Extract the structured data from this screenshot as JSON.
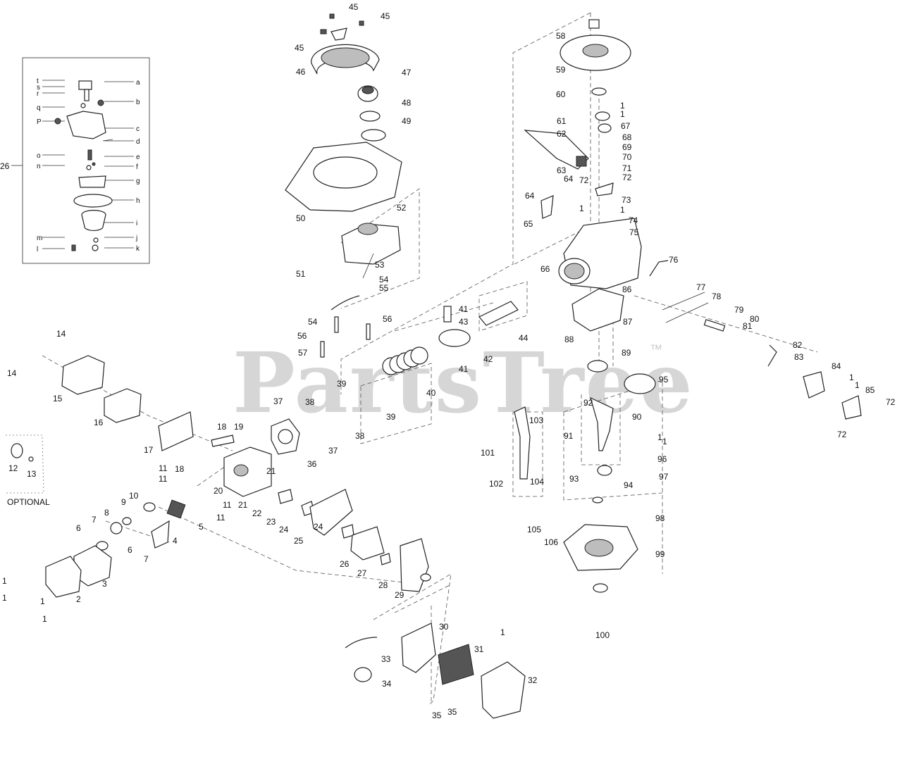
{
  "watermark": {
    "text": "PartsTree",
    "mark": "™"
  },
  "inset": {
    "ref_label": "26",
    "letters": [
      "t",
      "s",
      "r",
      "a",
      "b",
      "q",
      "P",
      "c",
      "d",
      "o",
      "e",
      "n",
      "f",
      "g",
      "h",
      "i",
      "m",
      "j",
      "l",
      "k"
    ]
  },
  "optional_box": {
    "label": "OPTIONAL",
    "parts": [
      "12",
      "13"
    ]
  },
  "callouts": [
    "45",
    "45",
    "45",
    "46",
    "47",
    "48",
    "49",
    "50",
    "51",
    "52",
    "53",
    "54",
    "55",
    "54",
    "56",
    "56",
    "57",
    "58",
    "59",
    "60",
    "61",
    "62",
    "63",
    "64",
    "64",
    "65",
    "66",
    "1",
    "1",
    "67",
    "68",
    "69",
    "70",
    "71",
    "72",
    "72",
    "73",
    "1",
    "1",
    "74",
    "75",
    "76",
    "77",
    "78",
    "79",
    "80",
    "81",
    "82",
    "83",
    "84",
    "1",
    "1",
    "85",
    "72",
    "72",
    "86",
    "87",
    "88",
    "89",
    "90",
    "91",
    "92",
    "95",
    "41",
    "43",
    "44",
    "41",
    "42",
    "40",
    "39",
    "39",
    "37",
    "38",
    "38",
    "37",
    "36",
    "14",
    "14",
    "15",
    "16",
    "17",
    "18",
    "19",
    "11",
    "18",
    "11",
    "20",
    "21",
    "21",
    "11",
    "11",
    "22",
    "23",
    "24",
    "25",
    "24",
    "26",
    "27",
    "28",
    "29",
    "10",
    "9",
    "8",
    "7",
    "6",
    "6",
    "7",
    "4",
    "5",
    "3",
    "2",
    "1",
    "1",
    "1",
    "1",
    "30",
    "1",
    "31",
    "32",
    "33",
    "34",
    "35",
    "35",
    "101",
    "102",
    "103",
    "104",
    "93",
    "94",
    "1",
    "1",
    "96",
    "97",
    "98",
    "99",
    "100",
    "105",
    "106"
  ]
}
